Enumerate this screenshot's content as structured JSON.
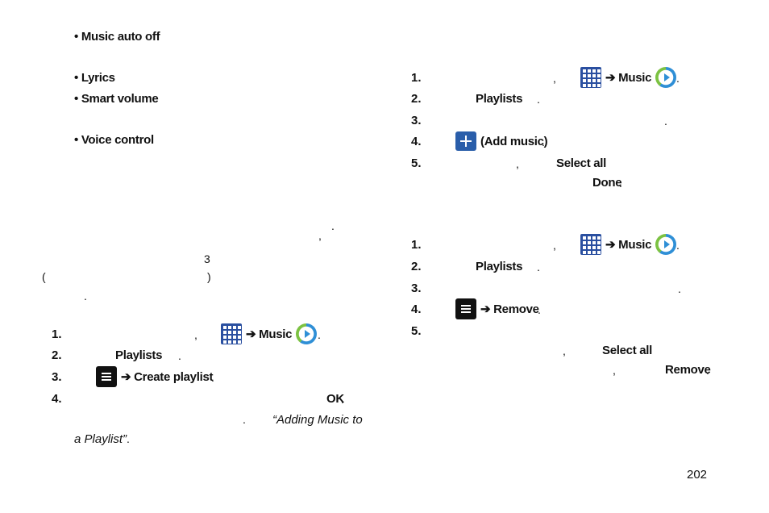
{
  "left": {
    "bullets": [
      "Music auto off",
      "Lyrics",
      "Smart volume",
      "Voice control"
    ],
    "punct": {
      "dot1": ".",
      "comma1": ",",
      "three": "3",
      "paren_open": "(",
      "paren_close": ")",
      "dot2": "."
    },
    "steps": {
      "n1": "1.",
      "n2": "2.",
      "n3": "3.",
      "n4": "4.",
      "comma": ",",
      "arrow_music": "➔ Music",
      "dot_after_music": ".",
      "playlists": "Playlists",
      "dot_after_playlists": ".",
      "arrow_create": "➔ Create playlist",
      "dot_after_create": ".",
      "ok": "OK",
      "dot_after_ok": ".",
      "dot_before_ref": ".",
      "ref_line1": "“Adding Music to",
      "ref_line2": "a Playlist”",
      "dot_after_ref": "."
    }
  },
  "right": {
    "add": {
      "n1": "1.",
      "n2": "2.",
      "n3": "3.",
      "n4": "4.",
      "n5": "5.",
      "comma": ",",
      "arrow_music": "➔ Music",
      "dot_after_music": ".",
      "playlists": "Playlists",
      "dot_after_playlists": ".",
      "dot_step3": ".",
      "add_music": "(Add music)",
      "dot_after_add": ".",
      "comma_step5": ",",
      "select_all": "Select all",
      "done": "Done",
      "dot_after_done": "."
    },
    "remove": {
      "n1": "1.",
      "n2": "2.",
      "n3": "3.",
      "n4": "4.",
      "n5": "5.",
      "comma": ",",
      "arrow_music": "➔ Music",
      "dot_after_music": ".",
      "playlists": "Playlists",
      "dot_after_playlists": ".",
      "dot_step3": ".",
      "arrow_remove": "➔ Remove",
      "dot_after_arrow_remove": ".",
      "comma_a": ",",
      "select_all": "Select all",
      "comma_b": ",",
      "remove": "Remove",
      "dot_after_remove": "."
    }
  },
  "page_number": "202",
  "colors": {
    "apps_icon": "#2a4fa0",
    "music_icon_blue": "#2f8fd6",
    "music_icon_green": "#7cc242",
    "add_icon": "#2a5eaa",
    "menu_icon": "#111111"
  },
  "icons": {
    "apps": "apps-grid-icon",
    "music": "music-app-icon",
    "menu": "menu-icon",
    "add": "add-icon"
  }
}
